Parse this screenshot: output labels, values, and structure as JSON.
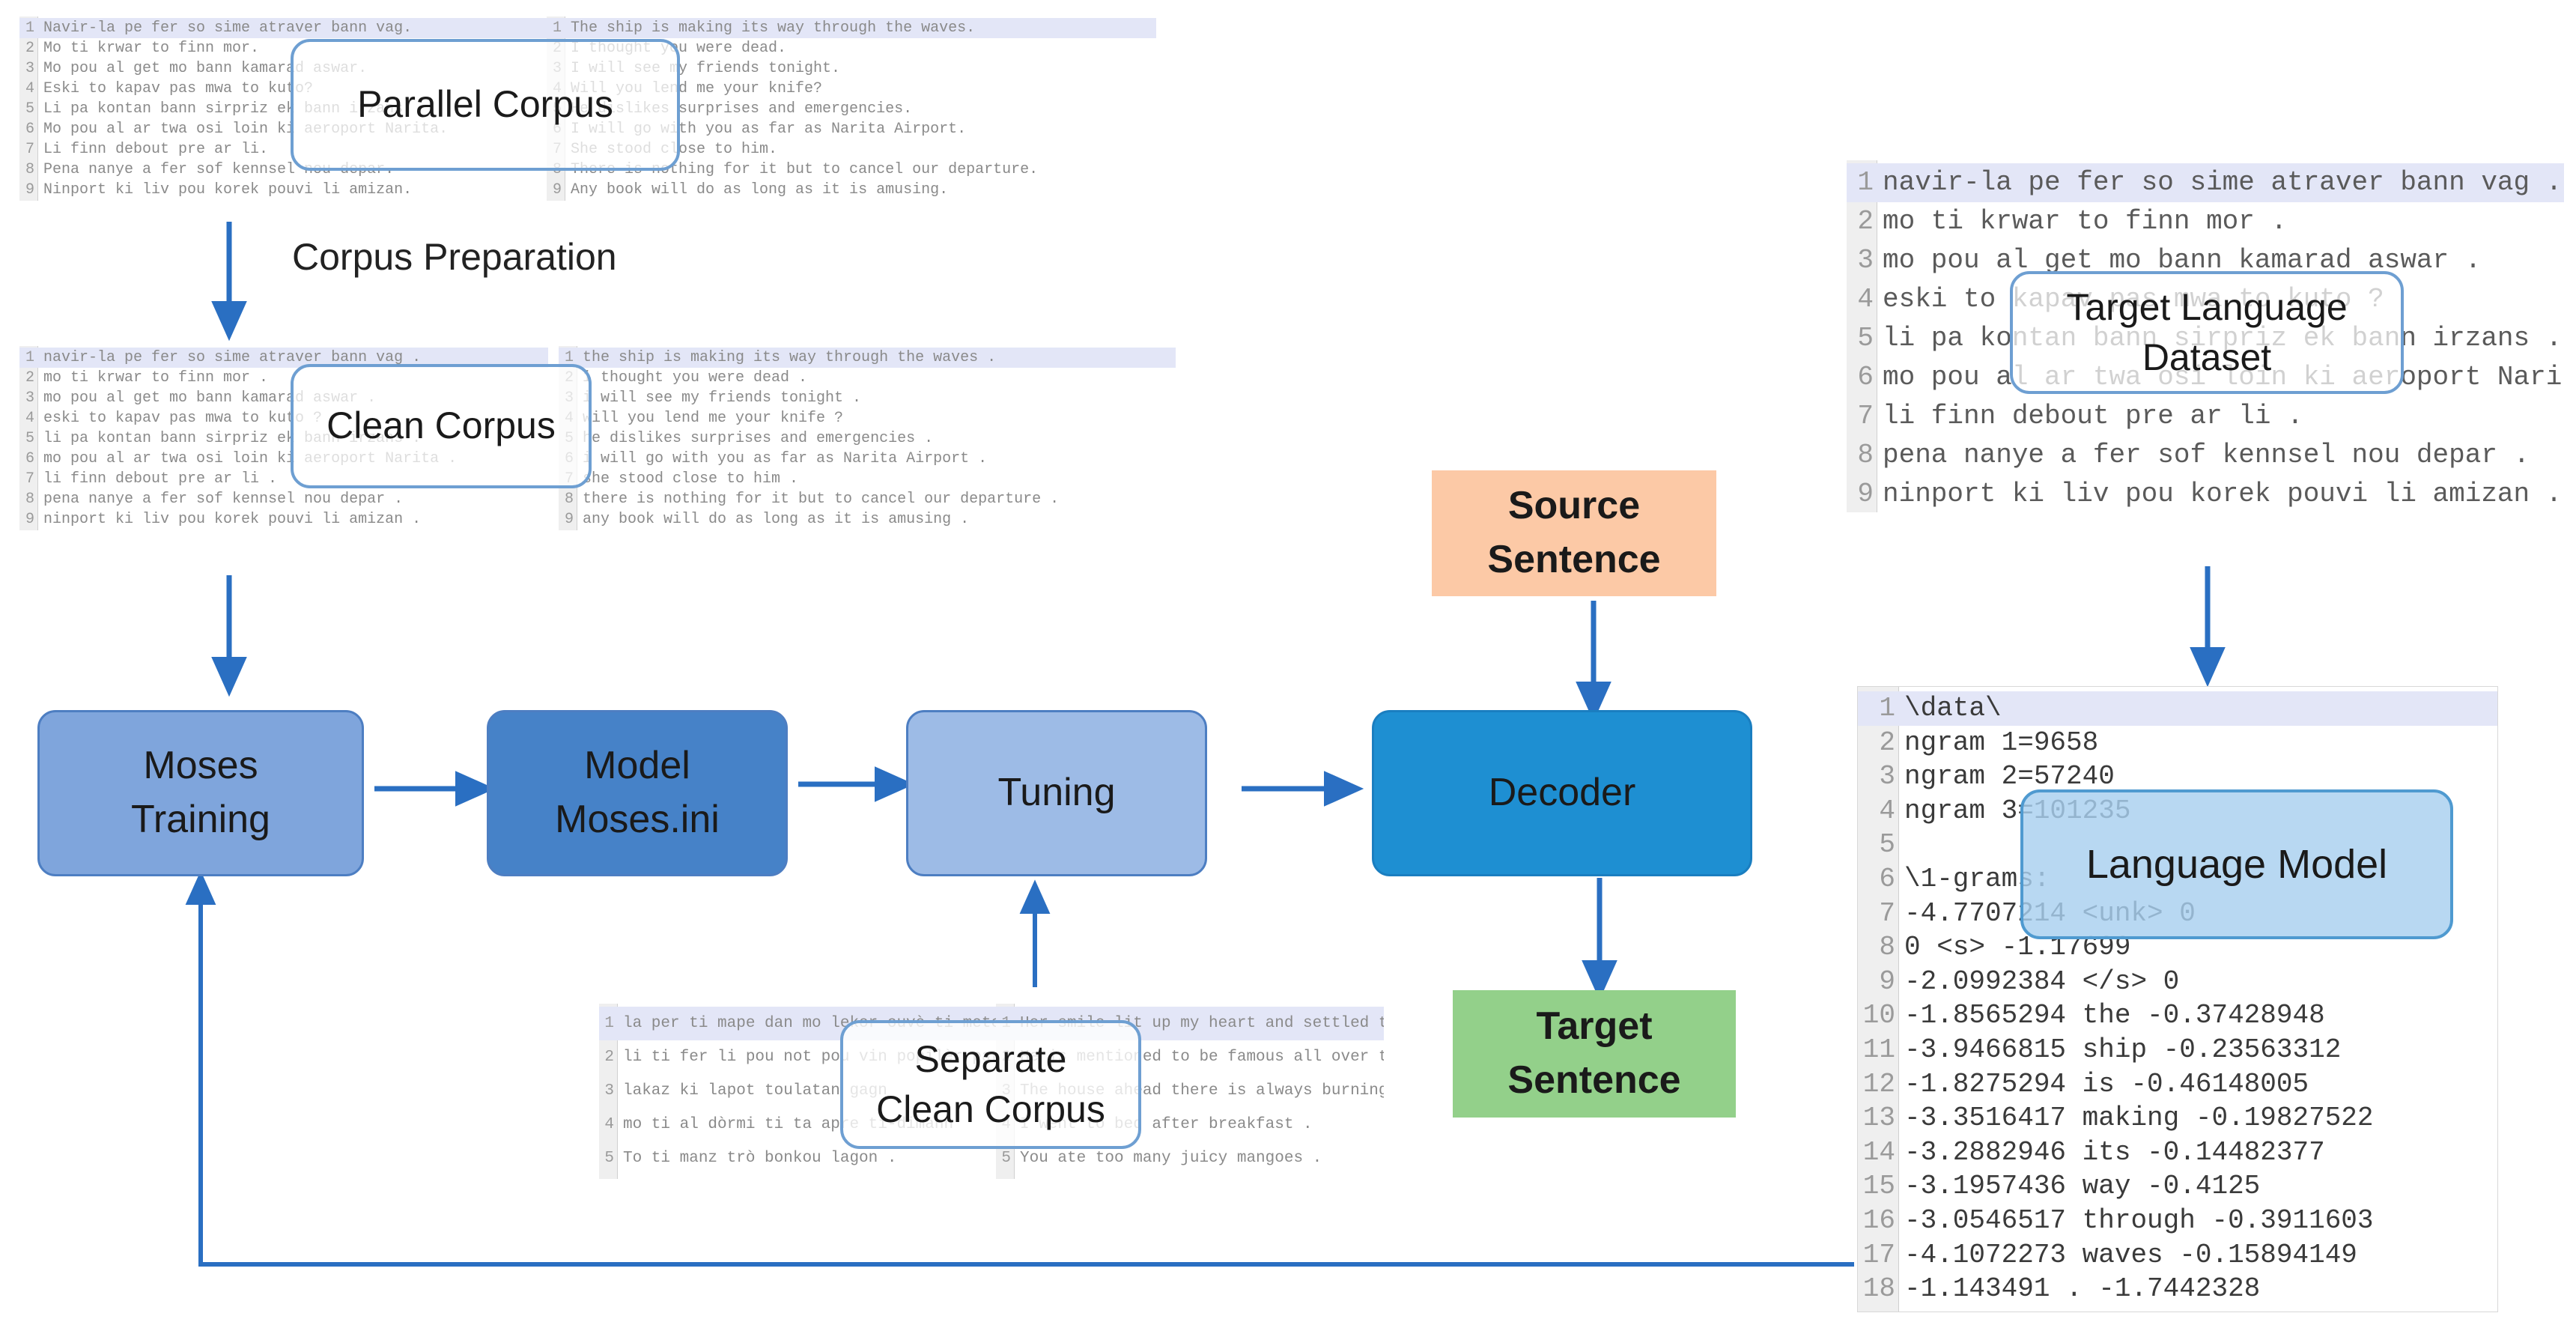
{
  "colors": {
    "arrow": "#2a6fc2",
    "moses_training": "#7fa5dc",
    "model": "#4682c8",
    "tuning": "#9dbbe6",
    "decoder": "#1e8fd2",
    "source": "#fcc9a6",
    "target": "#93d08a",
    "overlay_fill": "#ffffff",
    "language_model_fill": "#a8d0ef"
  },
  "labels": {
    "corpus_preparation": "Corpus Preparation"
  },
  "nodes": {
    "parallel_corpus": "Parallel Corpus",
    "clean_corpus": "Clean Corpus",
    "moses_training": "Moses\nTraining",
    "model": "Model\nMoses.ini",
    "tuning": "Tuning",
    "decoder": "Decoder",
    "source_sentence": "Source\nSentence",
    "target_sentence": "Target\nSentence",
    "separate_clean_corpus": "Separate\nClean Corpus",
    "target_language_dataset": "Target Language\nDataset",
    "language_model": "Language Model"
  },
  "snippets": {
    "parallel_left": [
      "Navir-la pe fer so sime atraver bann vag.",
      "Mo ti krwar to finn mor.",
      "Mo pou al get mo bann kamarad aswar.",
      "Eski to kapav pas mwa to kuto?",
      "Li pa kontan bann sirpriz ek bann irzans.",
      "Mo pou al ar twa osi loin ki aeroport Narita.",
      "Li finn debout pre ar li.",
      "Pena nanye a fer sof kennsel nou depar.",
      "Ninport ki liv pou korek pouvi li amizan."
    ],
    "parallel_right": [
      "The ship is making its way through the waves.",
      "I thought you were dead.",
      "I will see my friends tonight.",
      "Will you lend me your knife?",
      "He dislikes surprises and emergencies.",
      "I will go with you as far as Narita Airport.",
      "She stood close to him.",
      "There is nothing for it but to cancel our departure.",
      "Any book will do as long as it is amusing."
    ],
    "clean_left": [
      "navir-la pe fer so sime atraver bann vag .",
      "mo ti krwar to finn mor .",
      "mo pou al get mo bann kamarad aswar .",
      "eski to kapav pas mwa to kuto ?",
      "li pa kontan bann sirpriz ek bann irzans .",
      "mo pou al ar twa osi loin ki aeroport Narita .",
      "li finn debout pre ar li .",
      "pena nanye a fer sof kennsel nou depar .",
      "ninport ki liv pou korek pouvi li amizan ."
    ],
    "clean_right": [
      "the ship is making its way through the waves .",
      "i thought you were dead .",
      "i will see my friends tonight .",
      "will you lend me your knife ?",
      "he dislikes surprises and emergencies .",
      "i will go with you as far as Narita Airport .",
      "she stood close to him .",
      "there is nothing for it but to cancel our departure .",
      "any book will do as long as it is amusing ."
    ],
    "target_dataset": [
      "navir-la pe fer so sime atraver bann vag .",
      "mo ti krwar to finn mor .",
      "mo pou al get mo bann kamarad aswar .",
      "eski to kapav pas mwa to kuto ?",
      "li pa kontan bann sirpriz ek bann irzans .",
      "mo pou al ar twa osi loin ki aeroport Narita .",
      "li finn debout pre ar li .",
      "pena nanye a fer sof kennsel nou depar .",
      "ninport ki liv pou korek pouvi li amizan ."
    ],
    "separate_left": [
      "la per ti mape dan mo lekor ouvè ti mete lida",
      "li ti fer li pou not pou vin popilèr partou dan lemonn",
      "lakaz ki lapot toulatan gagn",
      "mo ti al dòrmi ti ta apre ti-dimann",
      "To ti manz trò bonkou lagon ."
    ],
    "separate_right": [
      "Her smile lit up my heart and settled there .",
      "He is mentioned to be famous all over the world .",
      "The house ahead there is always burning .",
      "I went to bed after breakfast .",
      "You ate too many juicy mangoes ."
    ],
    "language_model": [
      "\\data\\",
      "ngram 1=9658",
      "ngram 2=57240",
      "ngram 3=101235",
      "",
      "\\1-grams:",
      "-4.7707214  <unk>   0",
      "0    <s> -1.17699",
      "-2.0992384  </s>    0",
      "-1.8565294  the -0.37428948",
      "-3.9466815  ship    -0.23563312",
      "-1.8275294  is  -0.46148005",
      "-3.3516417  making  -0.19827522",
      "-3.2882946  its -0.14482377",
      "-3.1957436  way -0.4125",
      "-3.0546517  through -0.3911603",
      "-4.1072273  waves   -0.15894149",
      "-1.143491   .   -1.7442328"
    ]
  }
}
